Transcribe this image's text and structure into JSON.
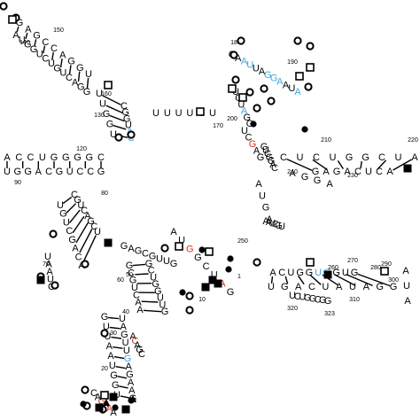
{
  "colors": {
    "default": "#000000",
    "blue": "#3fa7e0",
    "red": "#d7301f",
    "marker_fill": "#000000"
  },
  "strands": [
    {
      "id": "h150-top",
      "seq": "GAGCCAGGU",
      "col": "kkkkkkkkk"
    },
    {
      "id": "h150-bot",
      "seq": "AUGGUCUGUCAGG",
      "col": "kkkkkkkkkkkkk"
    },
    {
      "id": "s160",
      "seq": "UUGGU",
      "col": "kkkkk"
    },
    {
      "id": "s130",
      "seq": "CGGUAC",
      "col": "kkkkbb"
    },
    {
      "id": "loop-top",
      "seq": "UUUUUU",
      "col": "kkkkkk"
    },
    {
      "id": "ring-180",
      "seq": "GAAUUAGGAAUA",
      "col": "kkbbkkbbbkkb"
    },
    {
      "id": "s170",
      "seq": "UCUAGG",
      "col": "kkkbkk"
    },
    {
      "id": "h120-top",
      "seq": "ACCUGGGGC",
      "col": "kkkkkkkkk"
    },
    {
      "id": "h120-bot",
      "seq": "UGGACGUCCG",
      "col": "kkkkkkkkkk"
    },
    {
      "id": "s200",
      "seq": "UCGAG",
      "col": "kkrkk"
    },
    {
      "id": "mid-right",
      "seq": "GUCGGAC",
      "col": "kkkkkkk"
    },
    {
      "id": "h210-top",
      "seq": "CUCUGGCUA",
      "col": "kkkkkkkkk"
    },
    {
      "id": "h210-bot",
      "seq": "GAGACUCA",
      "col": "kkkkkkkk"
    },
    {
      "id": "s240",
      "seq": "AGGA",
      "col": "kkkk"
    },
    {
      "id": "s240b",
      "seq": "AUGA",
      "col": "kkkk"
    },
    {
      "id": "s250",
      "seq": "AAUCGU",
      "col": "kkkkkk"
    },
    {
      "id": "s80",
      "seq": "CGUCAGCU",
      "col": "kkkkkkkk"
    },
    {
      "id": "s80b",
      "seq": "UGUCGACA",
      "col": "kkkkkkkk"
    },
    {
      "id": "s70",
      "seq": "UAAUC",
      "col": "kkkkk"
    },
    {
      "id": "s60",
      "seq": "GAGCGUUG",
      "col": "kkkkkkkk"
    },
    {
      "id": "s50",
      "seq": "GCGUCAA",
      "col": "kkkkkkk"
    },
    {
      "id": "s40",
      "seq": "GCUGGUUG",
      "col": "kkkkkkkk"
    },
    {
      "id": "s30",
      "seq": "ACAGC",
      "col": "krkkk"
    },
    {
      "id": "s20",
      "seq": "GUUAAUGGU",
      "col": "kkkkkkkkk"
    },
    {
      "id": "s10",
      "seq": "UAGUUGAGAAG",
      "col": "kkkkkbkkkkk"
    },
    {
      "id": "s1",
      "seq": "AUGGCUAG",
      "col": "kkrkkkrk"
    },
    {
      "id": "h280-top",
      "seq": "ACUGGUGGUG",
      "col": "kkkkkbbkkk"
    },
    {
      "id": "h280-bot",
      "seq": "UGACUAUAGG",
      "col": "kkkkkkkkkk"
    },
    {
      "id": "s320",
      "seq": "UCUGGCGG",
      "col": "kkkkkkkk"
    },
    {
      "id": "far-right",
      "seq": "AUA",
      "col": "kkk"
    },
    {
      "id": "s5p",
      "seq": "CAGAAA",
      "col": "kkrkrk"
    }
  ],
  "numbers": [
    "150",
    "140",
    "160",
    "130",
    "180",
    "190",
    "170",
    "200",
    "120",
    "90",
    "210",
    "220",
    "240",
    "230",
    "80",
    "70",
    "60",
    "50",
    "40",
    "30",
    "20",
    "10",
    "1",
    "250",
    "260",
    "270",
    "280",
    "290",
    "300",
    "310",
    "320",
    "323"
  ],
  "markers": {
    "open_circle": 26,
    "filled_circle": 9,
    "square_outline": 12,
    "filled_square": 10,
    "filled_triangle": 2
  }
}
